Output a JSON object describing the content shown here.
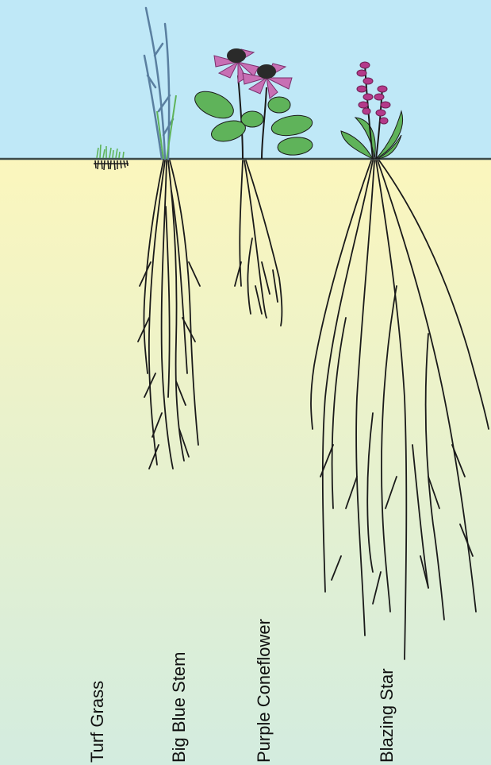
{
  "plants": [
    {
      "name": "Turf Grass"
    },
    {
      "name": "Big Blue Stem"
    },
    {
      "name": "Purple Coneflower"
    },
    {
      "name": "Blazing Star"
    }
  ],
  "colors": {
    "sky": "#bfe8f7",
    "soil_top": "#fbf6bd",
    "soil_bottom": "#d3ecdf",
    "ground_line": "#3b4a4a",
    "root": "#1a1a1a",
    "leaf": "#5fb35a",
    "petal": "#c86fb4",
    "blazing": "#b43a8a"
  }
}
